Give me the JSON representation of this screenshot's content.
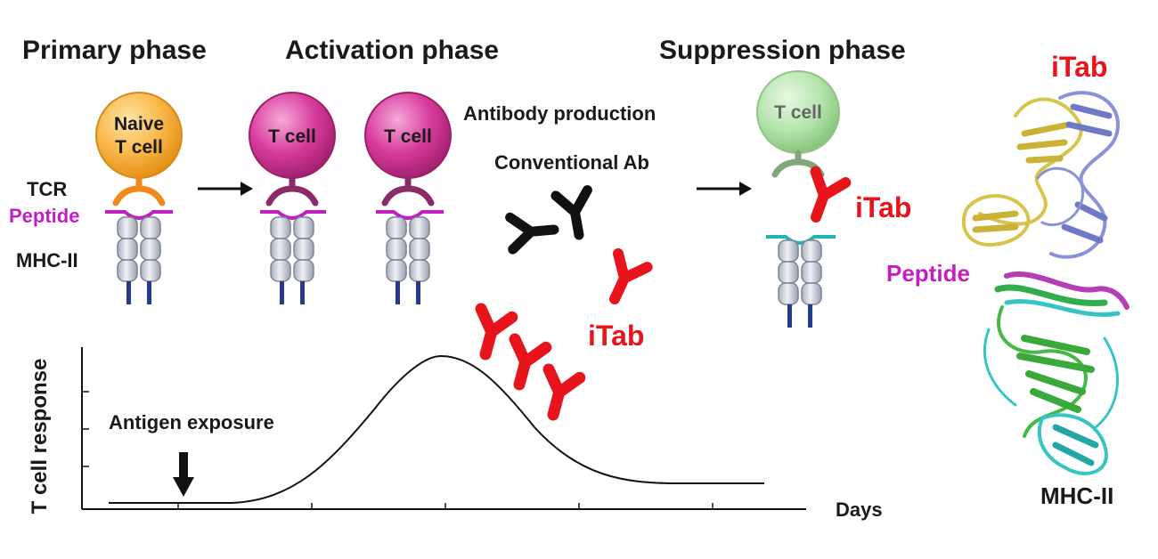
{
  "phases": {
    "primary": "Primary phase",
    "activation": "Activation phase",
    "suppression": "Suppression phase"
  },
  "labels": {
    "naive_line1": "Naive",
    "naive_line2": "T cell",
    "t_cell": "T cell",
    "tcr": "TCR",
    "peptide": "Peptide",
    "mhc_ii": "MHC-II",
    "antibody_production": "Antibody production",
    "conventional_ab": "Conventional Ab",
    "itab": "iTab",
    "antigen_exposure": "Antigen exposure",
    "y_axis": "T cell response",
    "x_axis": "Days"
  },
  "colors": {
    "naive_cell": "#f7a824",
    "t_cell_active": "#d0308f",
    "t_cell_suppressed": "#a9dca0",
    "tcr_naive": "#f08a1e",
    "tcr_active": "#8a2b6a",
    "tcr_suppressed": "#7fa77a",
    "peptide": "#c21ec2",
    "peptide_suppressed": "#24b3b3",
    "mhc_block": "#c7ccd6",
    "mhc_stem": "#243a8c",
    "itab": "#e8141b",
    "conventional_ab": "#111111"
  }
}
